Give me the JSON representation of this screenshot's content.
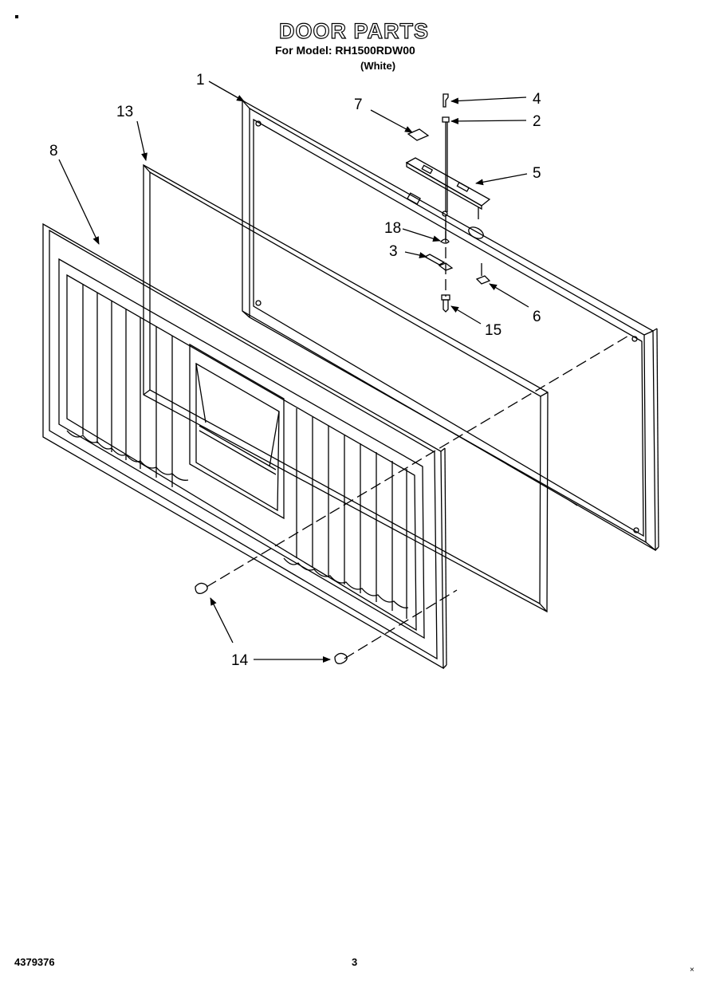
{
  "header": {
    "title": "DOOR PARTS",
    "subtitle": "For Model: RH1500RDW00",
    "variant": "(White)"
  },
  "footer": {
    "doc_number": "4379376",
    "page_number": "3"
  },
  "callouts": [
    "1",
    "2",
    "3",
    "4",
    "5",
    "6",
    "7",
    "8",
    "13",
    "14",
    "15",
    "18"
  ]
}
